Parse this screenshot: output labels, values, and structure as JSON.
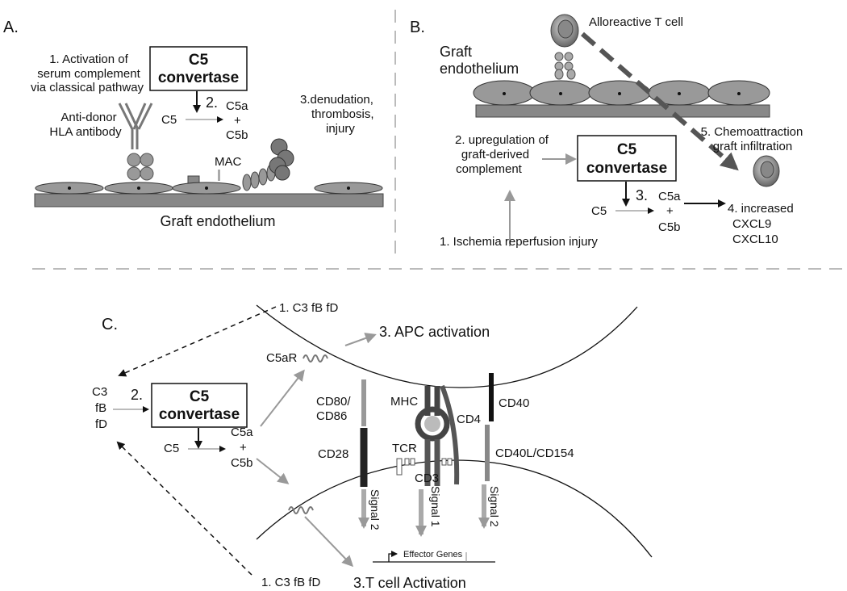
{
  "panel_a": {
    "letter": "A.",
    "activation_line1": "1. Activation of",
    "activation_line2": "serum complement",
    "activation_line3": "via classical pathway",
    "convertase_line1": "C5",
    "convertase_line2": "convertase",
    "c5": "C5",
    "step2": "2.",
    "c5a": "C5a",
    "plus": "+",
    "c5b": "C5b",
    "antibody_line1": "Anti-donor",
    "antibody_line2": "HLA antibody",
    "mac": "MAC",
    "step3_line1": "3.denudation,",
    "step3_line2": "thrombosis,",
    "step3_line3": "injury",
    "endothelium": "Graft endothelium"
  },
  "panel_b": {
    "letter": "B.",
    "t_cell": "Alloreactive T cell",
    "endothelium_line1": "Graft",
    "endothelium_line2": "endothelium",
    "step2_line1": "2. upregulation of",
    "step2_line2": "graft-derived",
    "step2_line3": "complement",
    "convertase_line1": "C5",
    "convertase_line2": "convertase",
    "step5_line1": "5. Chemoattraction",
    "step5_line2": "graft infiltration",
    "c5": "C5",
    "step3": "3.",
    "c5a": "C5a",
    "plus": "+",
    "c5b": "C5b",
    "step4_line1": "4. increased",
    "step4_line2": "CXCL9",
    "step4_line3": "CXCL10",
    "step1": "1. Ischemia reperfusion injury"
  },
  "panel_c": {
    "letter": "C.",
    "top_factors": "1. C3 fB fD",
    "apc_activation": "3. APC activation",
    "c5ar": "C5aR",
    "left_c3": "C3",
    "left_fb": "fB",
    "left_fd": "fD",
    "step2": "2.",
    "convertase_line1": "C5",
    "convertase_line2": "convertase",
    "c5": "C5",
    "c5a": "C5a",
    "plus": "+",
    "c5b": "C5b",
    "cd80_line1": "CD80/",
    "cd80_line2": "CD86",
    "mhc": "MHC",
    "cd4": "CD4",
    "cd40": "CD40",
    "cd28": "CD28",
    "tcr": "TCR",
    "cd3": "CD3",
    "cd40l": "CD40L/CD154",
    "signal_2a": "Signal 2",
    "signal_1": "Signal 1",
    "signal_2b": "Signal 2",
    "effector_genes": "Effector Genes",
    "bottom_factors": "1. C3 fB fD",
    "t_cell_activation": "3.T cell Activation"
  }
}
